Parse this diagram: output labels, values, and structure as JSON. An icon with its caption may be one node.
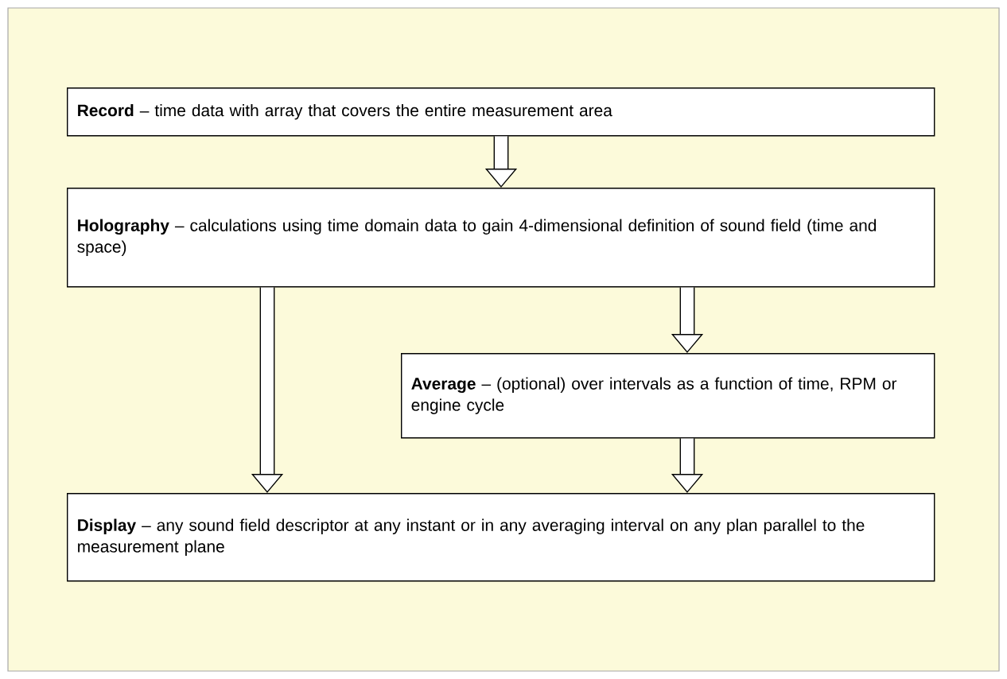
{
  "diagram": {
    "nodes": [
      {
        "text": [
          "**Record** – time data with array that covers the entire measurement area"
        ]
      },
      {
        "text": [
          "**Holography** – calculations using time domain data to gain 4-dimensional definition of sound field (time and space)"
        ]
      },
      {
        "text": [
          "**Average** – (optional) over intervals as a function of time, RPM or engine cycle"
        ]
      },
      {
        "text": [
          "**Display** – any sound field descriptor at any instant or in any averaging interval on any plan parallel to the measurement plane"
        ]
      }
    ],
    "edges": [
      {
        "from": 0,
        "to": 1,
        "arrow": "to"
      },
      {
        "from": 1,
        "to": 3,
        "arrow": "to"
      },
      {
        "from": 1,
        "to": 2,
        "arrow": "to"
      },
      {
        "from": 2,
        "to": 3,
        "arrow": "to"
      }
    ]
  }
}
